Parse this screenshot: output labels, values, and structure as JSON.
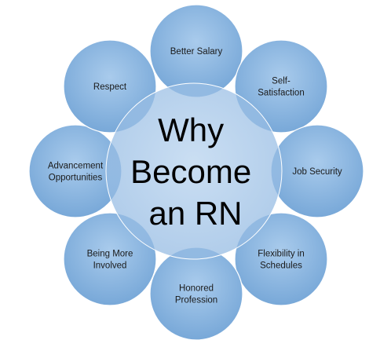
{
  "center": {
    "lines": [
      "Why",
      "Become",
      "an RN"
    ]
  },
  "nodes": [
    {
      "id": "better-salary",
      "lines": [
        "Better Salary"
      ]
    },
    {
      "id": "self-satisfaction",
      "lines": [
        "Self-",
        "Satisfaction"
      ]
    },
    {
      "id": "job-security",
      "lines": [
        "Job Security"
      ]
    },
    {
      "id": "flexibility-in-schedules",
      "lines": [
        "Flexibility in",
        "Schedules"
      ]
    },
    {
      "id": "honored-profession",
      "lines": [
        "Honored",
        "Profession"
      ]
    },
    {
      "id": "being-more-involved",
      "lines": [
        "Being More",
        "Involved"
      ]
    },
    {
      "id": "advancement-opportunities",
      "lines": [
        "Advancement",
        "Opportunities"
      ]
    },
    {
      "id": "respect",
      "lines": [
        "Respect"
      ]
    }
  ],
  "colors": {
    "circle_fill_top": "#9fc3e6",
    "circle_fill_bottom": "#6d9fd3",
    "circle_stroke": "#ffffff",
    "center_fill": "#a9c9ea",
    "text": "#000000"
  }
}
